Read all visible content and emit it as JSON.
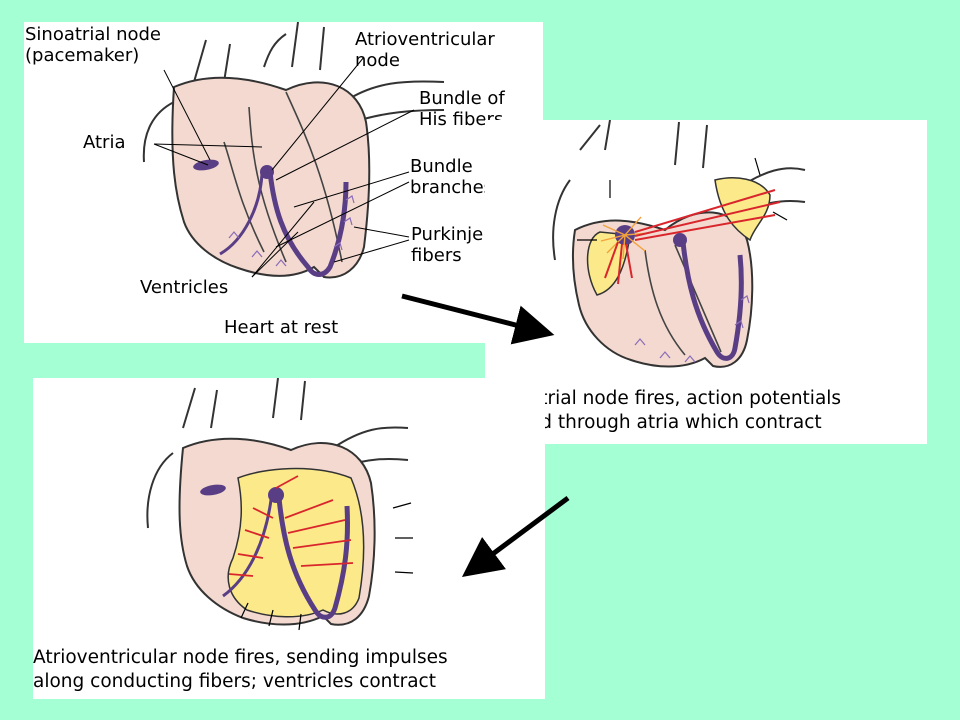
{
  "colors": {
    "background": "#a4ffd4",
    "tissue": "#f3d9d0",
    "fiber": "#5a3e85",
    "impulse": "#d9262c",
    "excited": "#fbe98a"
  },
  "panel1": {
    "labels": {
      "sa_node": "Sinoatrial node",
      "pacemaker": "(pacemaker)",
      "av_node_1": "Atrioventricular",
      "av_node_2": "node",
      "bundle_his_1": "Bundle of",
      "bundle_his_2": "His fibers",
      "atria": "Atria",
      "bundle_branches_1": "Bundle",
      "bundle_branches_2": "branches",
      "purkinje_1": "Purkinje",
      "purkinje_2": "fibers",
      "ventricles": "Ventricles"
    },
    "caption": "Heart at rest"
  },
  "panel2": {
    "caption_line1": "Sinoatrial node fires, action potentials",
    "caption_line2": "spread through atria which contract"
  },
  "panel3": {
    "caption_line1": "Atrioventricular node fires, sending impulses",
    "caption_line2": "along conducting fibers; ventricles contract"
  }
}
